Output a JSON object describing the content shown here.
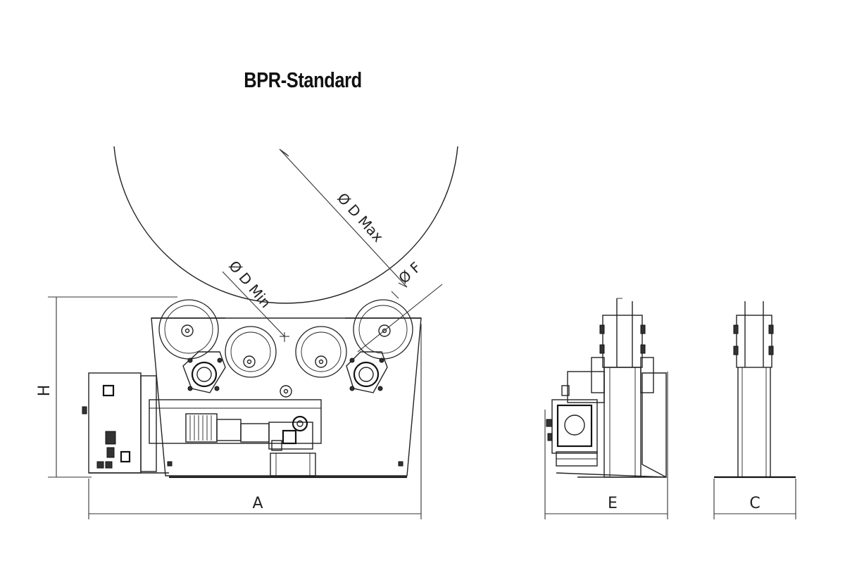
{
  "title": "BPR-Standard",
  "labels": {
    "A": "A",
    "H": "H",
    "E": "E",
    "C": "C",
    "d_max": "Ø D Max",
    "d_min": "Ø D Min",
    "f": "Ø F"
  }
}
